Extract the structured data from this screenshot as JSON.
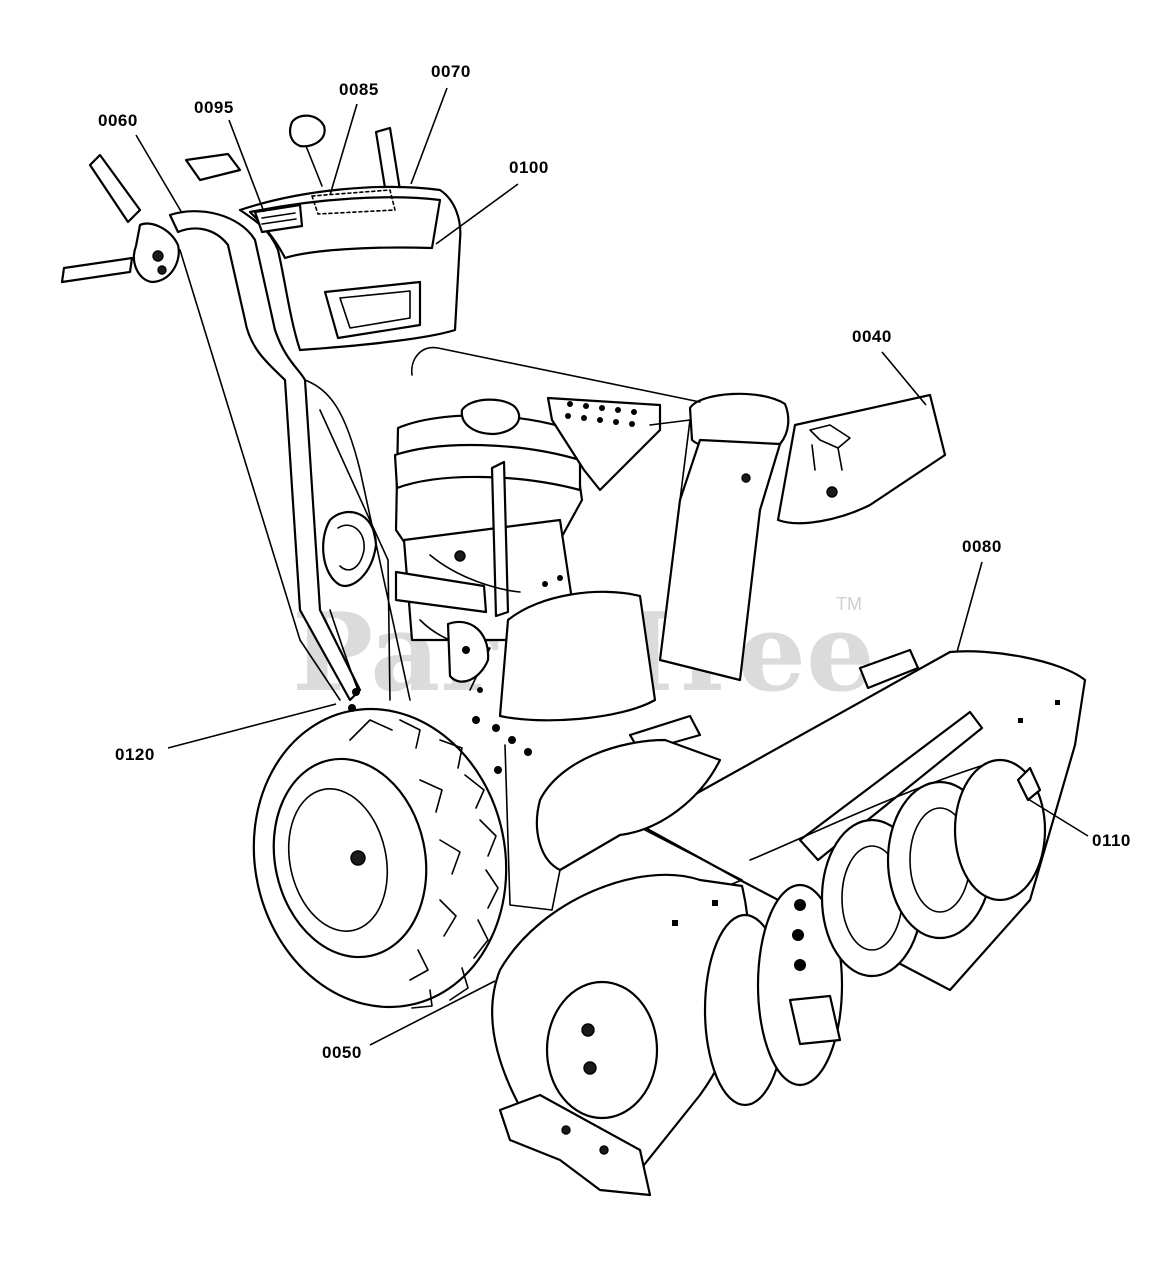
{
  "diagram": {
    "watermark": "PartsTree",
    "watermark_tm": "TM",
    "callouts": [
      {
        "id": "c0060",
        "label": "0060"
      },
      {
        "id": "c0095",
        "label": "0095"
      },
      {
        "id": "c0085",
        "label": "0085"
      },
      {
        "id": "c0070",
        "label": "0070"
      },
      {
        "id": "c0100",
        "label": "0100"
      },
      {
        "id": "c0040",
        "label": "0040"
      },
      {
        "id": "c0080",
        "label": "0080"
      },
      {
        "id": "c0110",
        "label": "0110"
      },
      {
        "id": "c0120",
        "label": "0120"
      },
      {
        "id": "c0050",
        "label": "0050"
      }
    ]
  }
}
